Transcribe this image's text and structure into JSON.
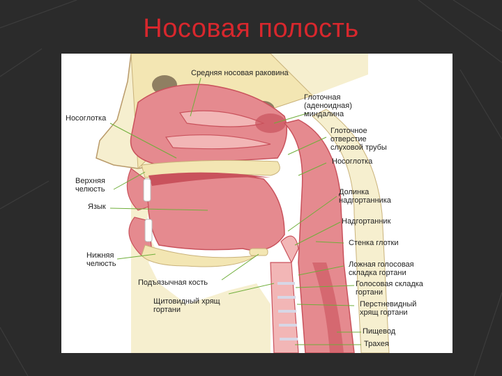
{
  "title": "Носовая полость",
  "labels": {
    "middle_concha": "Средняя носовая раковина",
    "pharyngeal_tonsil": "Глоточная\n(аденоидная)\nминдалина",
    "nasopharynx_left": "Носоглотка",
    "eustachian_opening": "Глоточное\nотверстие\nслуховой трубы",
    "nasopharynx_right": "Носоглотка",
    "upper_jaw": "Верхняя\nчелюсть",
    "vallecula": "Долинка\nнадгортанника",
    "tongue": "Язык",
    "epiglottis": "Надгортанник",
    "pharynx_wall": "Стенка глотки",
    "lower_jaw": "Нижняя\nчелюсть",
    "false_vocal_fold": "Ложная голосовая\nскладка гортани",
    "hyoid": "Подъязычная кость",
    "vocal_fold": "Голосовая складка\nгортани",
    "thyroid_cartilage": "Щитовидный хрящ\nгортани",
    "cricoid": "Перстневидный\nхрящ гортани",
    "esophagus": "Пищевод",
    "trachea": "Трахея"
  },
  "colors": {
    "title": "#d8272d",
    "flesh": "#e58a8f",
    "flesh_dark": "#c9525c",
    "flesh_light": "#f2b6b6",
    "bone": "#f3e6b3",
    "skin": "#f6efcf",
    "leader": "#6fae3a"
  }
}
